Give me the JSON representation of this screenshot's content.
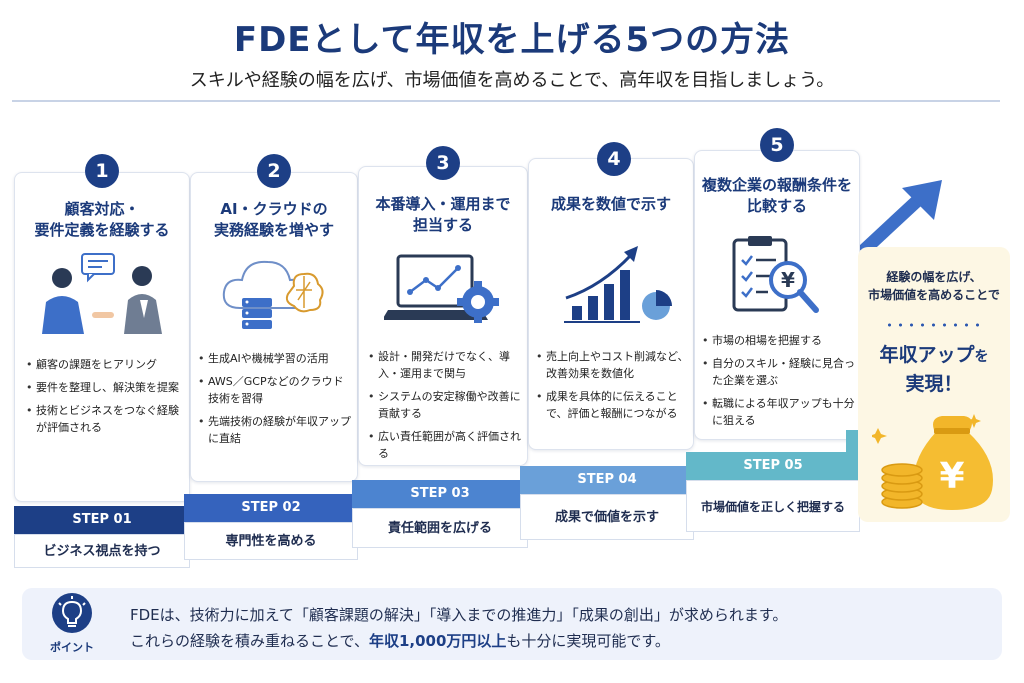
{
  "title": "FDEとして年収を上げる5つの方法",
  "subtitle": "スキルや経験の幅を広げ、市場価値を高めることで、高年収を目指しましょう。",
  "steps": [
    {
      "num": "1",
      "title_lines": [
        "顧客対応・",
        "要件定義を経験する"
      ],
      "bullets": [
        "顧客の課題をヒアリング",
        "要件を整理し、解決策を提案",
        "技術とビジネスをつなぐ経験が評価される"
      ],
      "step_label": "STEP 01",
      "footer": "ビジネス視点を持つ",
      "illustration": "customer-meeting-icon"
    },
    {
      "num": "2",
      "title_lines": [
        "AI・クラウドの",
        "実務経験を増やす"
      ],
      "bullets": [
        "生成AIや機械学習の活用",
        "AWS／GCPなどのクラウド技術を習得",
        "先端技術の経験が年収アップに直結"
      ],
      "step_label": "STEP 02",
      "footer": "専門性を高める",
      "illustration": "cloud-ai-icon"
    },
    {
      "num": "3",
      "title_lines": [
        "本番導入・運用まで",
        "担当する"
      ],
      "bullets": [
        "設計・開発だけでなく、導入・運用まで関与",
        "システムの安定稼働や改善に貢献する",
        "広い責任範囲が高く評価される"
      ],
      "step_label": "STEP 03",
      "footer": "責任範囲を広げる",
      "illustration": "laptop-gear-icon"
    },
    {
      "num": "4",
      "title_lines": [
        "成果を数値で示す"
      ],
      "bullets": [
        "売上向上やコスト削減など、改善効果を数値化",
        "成果を具体的に伝えることで、評価と報酬につながる"
      ],
      "step_label": "STEP 04",
      "footer": "成果で価値を示す",
      "illustration": "growth-chart-icon"
    },
    {
      "num": "5",
      "title_lines": [
        "複数企業の報酬条件を",
        "比較する"
      ],
      "bullets": [
        "市場の相場を把握する",
        "自分のスキル・経験に見合った企業を選ぶ",
        "転職による年収アップも十分に狙える"
      ],
      "step_label": "STEP 05",
      "footer": "市場価値を正しく把握する",
      "illustration": "clipboard-yen-icon"
    }
  ],
  "result": {
    "lead_lines": [
      "経験の幅を広げ、",
      "市場価値を高めることで"
    ],
    "big_lines": [
      "年収アップを",
      "実現！"
    ],
    "illustration": "money-bag-yen-icon"
  },
  "point": {
    "label": "ポイント",
    "line1": "FDEは、技術力に加えて「顧客課題の解決」「導入までの推進力」「成果の創出」が求められます。",
    "line2_before": "これらの経験を積み重ねることで、",
    "line2_highlight": "年収1,000万円以上",
    "line2_after": "も十分に実現可能です。",
    "icon": "lightbulb-icon"
  },
  "colors": {
    "navy": "#1d3f86",
    "step_bars": [
      "#1d3f86",
      "#3563bd",
      "#4c84d0",
      "#6aa0d9",
      "#63b8c9"
    ],
    "accent_gold": "#f2b62a",
    "highlight_bg": "#fdf7e4"
  }
}
